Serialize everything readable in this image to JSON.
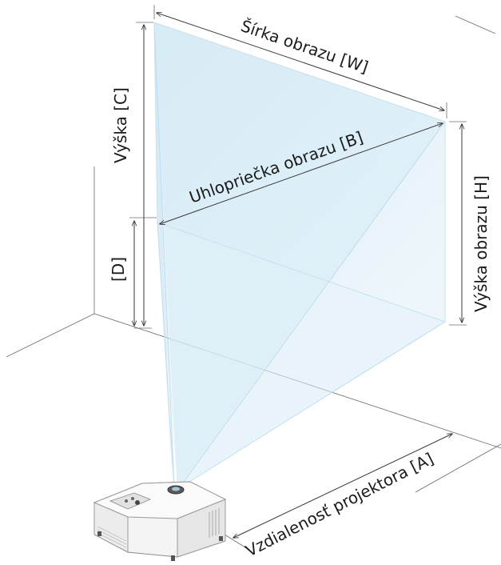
{
  "labels": {
    "image_width": "Šírka obrazu [W]",
    "image_diagonal": "Uhlopriečka obrazu [B]",
    "image_height": "Výška obrazu [H]",
    "height_c": "Výška [C]",
    "offset_d": "[D]",
    "projector_distance": "Vzdialenosť projektora [A]"
  },
  "colors": {
    "projection_light": "#d6ebf6",
    "projection_light_edge": "#bcdcee",
    "lines": "#3a3a3a",
    "projector_body": "#f4f4f4"
  }
}
